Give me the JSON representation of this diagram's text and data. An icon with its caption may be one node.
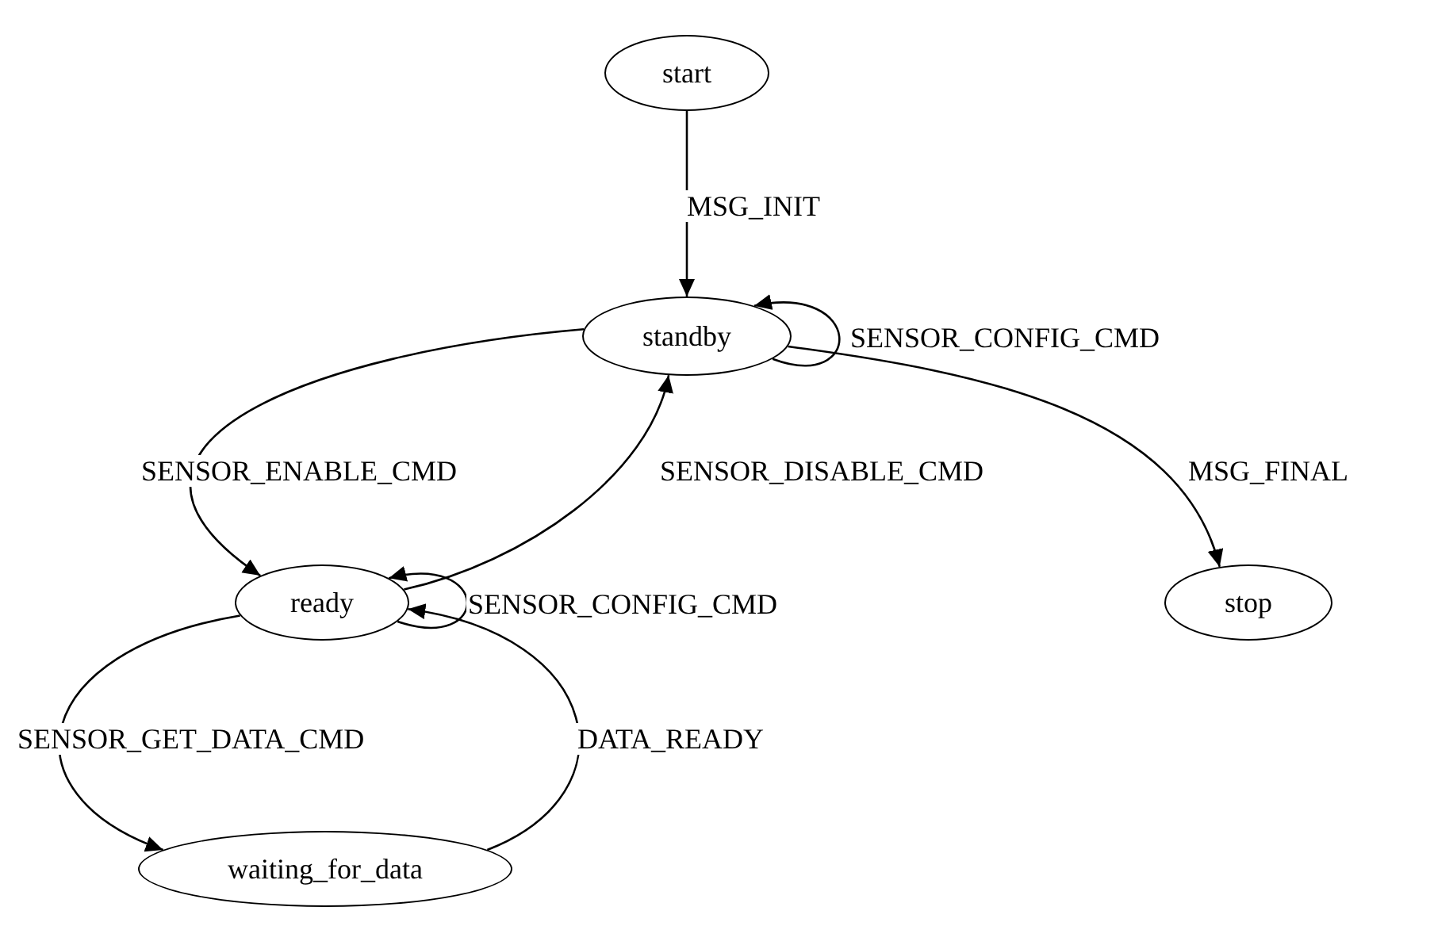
{
  "diagram": {
    "nodes": [
      {
        "text": [
          "start"
        ]
      },
      {
        "text": [
          "standby"
        ]
      },
      {
        "text": [
          "ready"
        ]
      },
      {
        "text": [
          "stop"
        ]
      },
      {
        "text": [
          "waiting_for_data"
        ]
      }
    ],
    "edges": [
      {
        "from": 0,
        "to": 1,
        "arrow": "to",
        "label": "MSG_INIT"
      },
      {
        "from": 1,
        "to": 1,
        "arrow": "to",
        "label": "SENSOR_CONFIG_CMD"
      },
      {
        "from": 1,
        "to": 2,
        "arrow": "to",
        "label": "SENSOR_ENABLE_CMD"
      },
      {
        "from": 2,
        "to": 1,
        "arrow": "to",
        "label": "SENSOR_DISABLE_CMD"
      },
      {
        "from": 1,
        "to": 3,
        "arrow": "to",
        "label": "MSG_FINAL"
      },
      {
        "from": 2,
        "to": 2,
        "arrow": "to",
        "label": "SENSOR_CONFIG_CMD"
      },
      {
        "from": 2,
        "to": 4,
        "arrow": "to",
        "label": "SENSOR_GET_DATA_CMD"
      },
      {
        "from": 4,
        "to": 2,
        "arrow": "to",
        "label": "DATA_READY"
      }
    ]
  }
}
